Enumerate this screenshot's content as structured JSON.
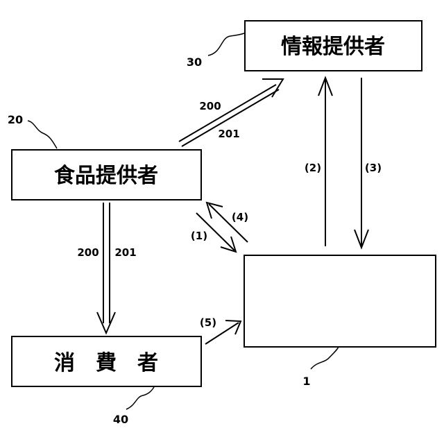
{
  "nodes": {
    "info_provider": {
      "label": "情報提供者",
      "ref": "30"
    },
    "food_provider": {
      "label": "食品提供者",
      "ref": "20"
    },
    "consumer": {
      "label": "消　費　者",
      "ref": "40"
    },
    "device": {
      "label": "",
      "ref": "1"
    }
  },
  "edges": {
    "food_to_info": {
      "label_a": "200",
      "label_b": "201"
    },
    "food_to_consumer": {
      "label_a": "200",
      "label_b": "201"
    },
    "step1": "(1)",
    "step2": "(2)",
    "step3": "(3)",
    "step4": "(4)",
    "step5": "(5)"
  }
}
